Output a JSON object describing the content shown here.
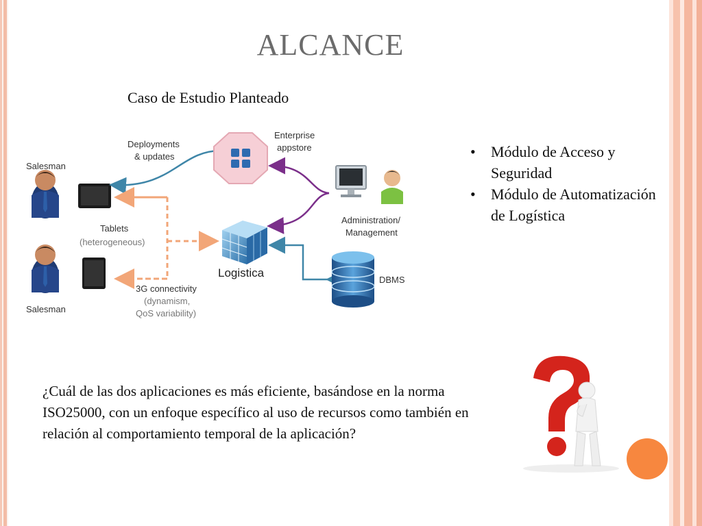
{
  "slide": {
    "title": "ALCANCE",
    "subtitle": "Caso de Estudio Planteado",
    "bullets": [
      "Módulo de Acceso y Seguridad",
      "Módulo de Automatización de Logística"
    ],
    "question": "¿Cuál de las dos aplicaciones es más eficiente, basándose en la norma ISO25000, con un enfoque específico al uso de recursos como también en relación al comportamiento temporal de la aplicación?"
  },
  "diagram": {
    "salesman_top": "Salesman",
    "salesman_bottom": "Salesman",
    "deployments_line1": "Deployments",
    "deployments_line2": "& updates",
    "enterprise_line1": "Enterprise",
    "enterprise_line2": "appstore",
    "tablets_line1": "Tablets",
    "tablets_line2": "(heterogeneous)",
    "admin_line1": "Administration/",
    "admin_line2": "Management",
    "logistica": "Logistica",
    "dbms": "DBMS",
    "connectivity_line1": "3G connectivity",
    "connectivity_line2": "(dynamism,",
    "connectivity_line3": "QoS variability)"
  },
  "colors": {
    "title": "#6b6b6b",
    "accent_orange": "#f7873f",
    "arrow_blue": "#3f86a8",
    "arrow_purple": "#7b2f8a",
    "arrow_orange_dashed": "#f2a678"
  }
}
